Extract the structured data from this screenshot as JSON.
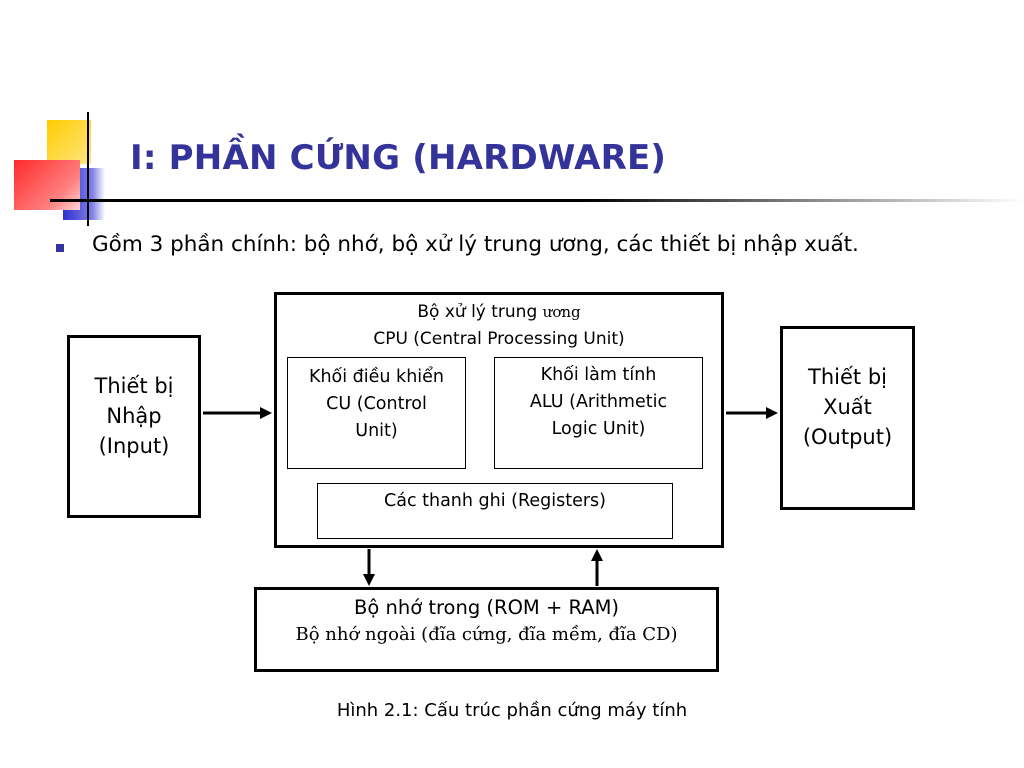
{
  "title": "I: PHẦN CỨNG (HARDWARE)",
  "bullet": "Gồm 3 phần chính: bộ nhớ, bộ xử lý trung ương, các thiết bị nhập xuất.",
  "diagram": {
    "cpu": {
      "line1_prefix": "Bộ xử lý trung ",
      "line1_suffix": "ương",
      "line2": "CPU (Central Processing Unit)"
    },
    "control_unit": [
      "Khối điều khiển",
      "CU (Control",
      "Unit)"
    ],
    "alu": [
      "Khối làm tính",
      "ALU (Arithmetic",
      "Logic Unit)"
    ],
    "registers": "Các thanh ghi (Registers)",
    "input": [
      "Thiết bị",
      "Nhập",
      "(Input)"
    ],
    "output": [
      "Thiết bị",
      "Xuất",
      "(Output)"
    ],
    "memory": {
      "line1": "Bộ nhớ trong (ROM + RAM)",
      "line2": "Bộ nhớ ngoài (đĩa cứng, đĩa mềm, đĩa CD)"
    }
  },
  "caption": "Hình 2.1: Cấu trúc phần cứng máy tính",
  "colors": {
    "title": "#333399",
    "bullet": "#333399",
    "deco_yellow": "#ffcc00",
    "deco_blue": "#3333cc",
    "deco_red": "#ff3333"
  }
}
